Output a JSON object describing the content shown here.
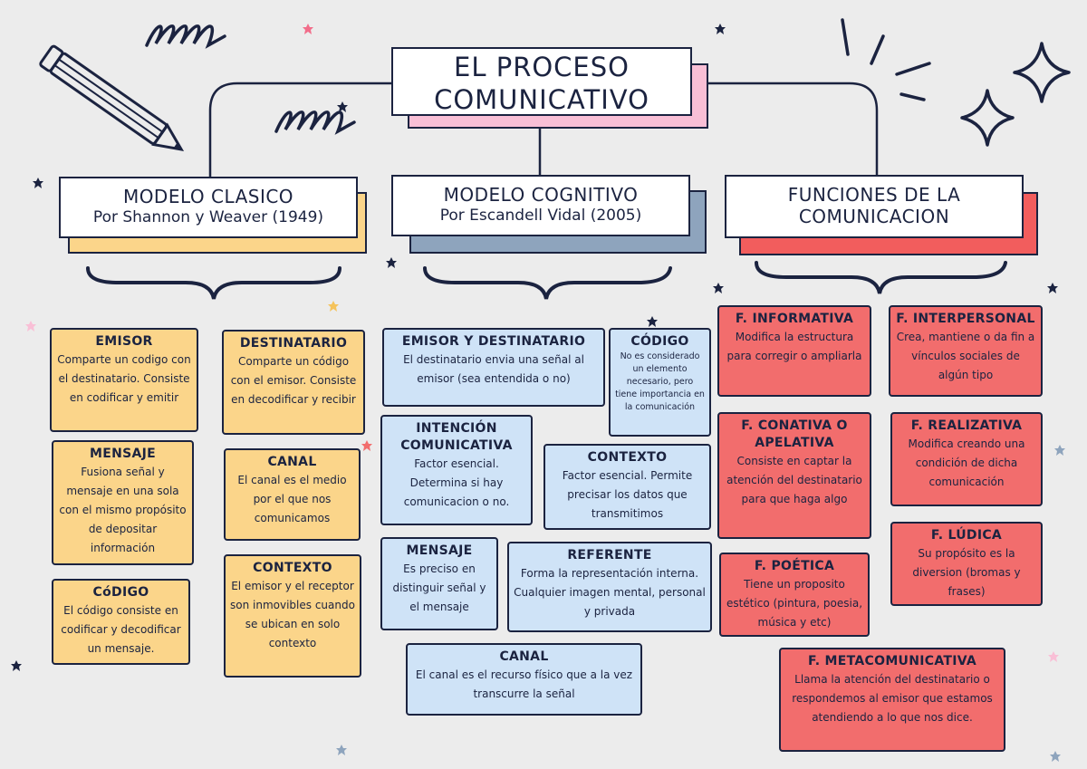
{
  "title": {
    "line1": "EL PROCESO",
    "line2": "COMUNICATIVO"
  },
  "headers": {
    "clasico": {
      "title": "MODELO CLASICO",
      "subtitle": "Por Shannon y Weaver (1949)"
    },
    "cognitivo": {
      "title": "MODELO COGNITIVO",
      "subtitle": "Por Escandell Vidal (2005)"
    },
    "funciones": {
      "line1": "FUNCIONES DE LA",
      "line2": "COMUNICACION"
    }
  },
  "clasico": {
    "emisor": {
      "title": "EMISOR",
      "text": "Comparte un codigo con el destinatario. Consiste en codificar y emitir"
    },
    "destinatario": {
      "title": "DESTINATARIO",
      "text": "Comparte un código con el emisor. Consiste en decodificar y recibir"
    },
    "mensaje": {
      "title": "MENSAJE",
      "text": "Fusiona señal y mensaje en una sola con el mismo propósito de depositar información"
    },
    "canal": {
      "title": "CANAL",
      "text": "El canal es el medio por el que nos comunicamos"
    },
    "codigo": {
      "title": "CóDIGO",
      "text": "El código consiste en codificar y decodificar un mensaje."
    },
    "contexto": {
      "title": "CONTEXTO",
      "text": "El emisor y el receptor son inmovibles cuando se ubican en solo contexto"
    }
  },
  "cognitivo": {
    "emisor_destinatario": {
      "title": "EMISOR Y DESTINATARIO",
      "text": "El destinatario envia una señal al emisor (sea entendida o no)"
    },
    "codigo": {
      "title": "CÓDIGO",
      "text": "No es considerado un elemento necesario, pero tiene importancia en la comunicación"
    },
    "intencion": {
      "title": "INTENCIÓN COMUNICATIVA",
      "text": "Factor esencial. Determina si hay comunicacion o no."
    },
    "contexto": {
      "title": "CONTEXTO",
      "text": "Factor esencial. Permite precisar los datos que transmitimos"
    },
    "mensaje": {
      "title": "MENSAJE",
      "text": "Es preciso en distinguir señal y el mensaje"
    },
    "referente": {
      "title": "REFERENTE",
      "text": "Forma la representación interna. Cualquier imagen mental, personal y privada"
    },
    "canal": {
      "title": "CANAL",
      "text": "El canal es el recurso físico que a la vez transcurre la señal"
    }
  },
  "funciones": {
    "informativa": {
      "title": "F. INFORMATIVA",
      "text": "Modifica la estructura para corregir o ampliarla"
    },
    "interpersonal": {
      "title": "F. INTERPERSONAL",
      "text": "Crea, mantiene o da fin a vínculos sociales de algún tipo"
    },
    "conativa": {
      "title": "F. CONATIVA O APELATIVA",
      "text": "Consiste en captar la atención del destinatario para que haga algo"
    },
    "realizativa": {
      "title": "F. REALIZATIVA",
      "text": "Modifica creando una condición de dicha comunicación"
    },
    "poetica": {
      "title": "F. POÉTICA",
      "text": "Tiene un proposito estético (pintura, poesia, música y etc)"
    },
    "ludica": {
      "title": "F. LÚDICA",
      "text": "Su propósito es la diversion (bromas y frases)"
    },
    "metacomunicativa": {
      "title": "F. METACOMUNICATIVA",
      "text": "Llama la atención del destinatario o respondemos al emisor que estamos atendiendo a lo que nos dice."
    }
  },
  "colors": {
    "ink": "#1b2340",
    "yellow": "#fbd58a",
    "blue": "#cfe3f7",
    "red": "#f26d6d",
    "pink": "#f9bfd6",
    "slate": "#8ea4bd",
    "background": "#ececec"
  },
  "icons": [
    "pencil-icon",
    "scribble-icon",
    "sparkle-icon",
    "burst-icon",
    "brace-icon",
    "confetti-icon"
  ]
}
